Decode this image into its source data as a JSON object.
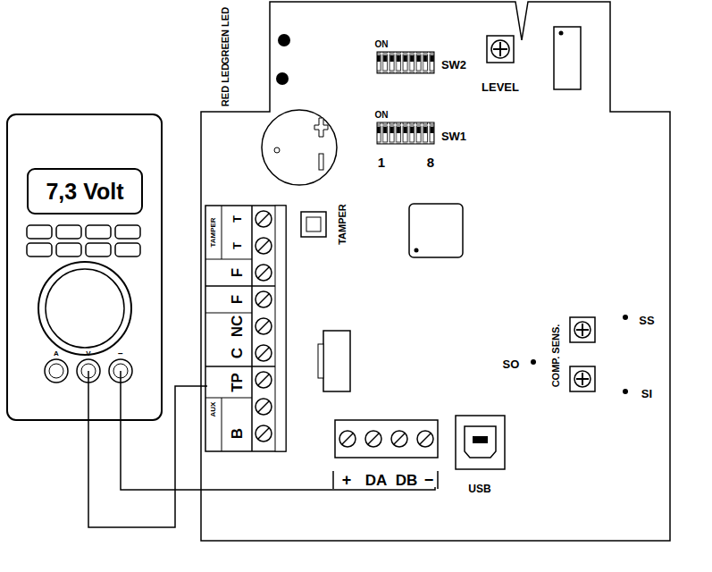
{
  "diagram": {
    "nodes": [
      {
        "text": [
          "7,3 Volt"
        ]
      }
    ],
    "labels": [
      "GREEN LED",
      "RED LED",
      "ON",
      "SW2",
      "LEVEL",
      "ON",
      "SW1",
      "1",
      "8",
      "TAMPER",
      "T",
      "T",
      "TAMPER",
      "F",
      "F",
      "NC",
      "C",
      "TP",
      "AUX",
      "B",
      "SO",
      "SS",
      "SI",
      "COMP. SENS.",
      "+",
      "DA",
      "DB",
      "−",
      "USB",
      "A",
      "V",
      "−"
    ]
  }
}
